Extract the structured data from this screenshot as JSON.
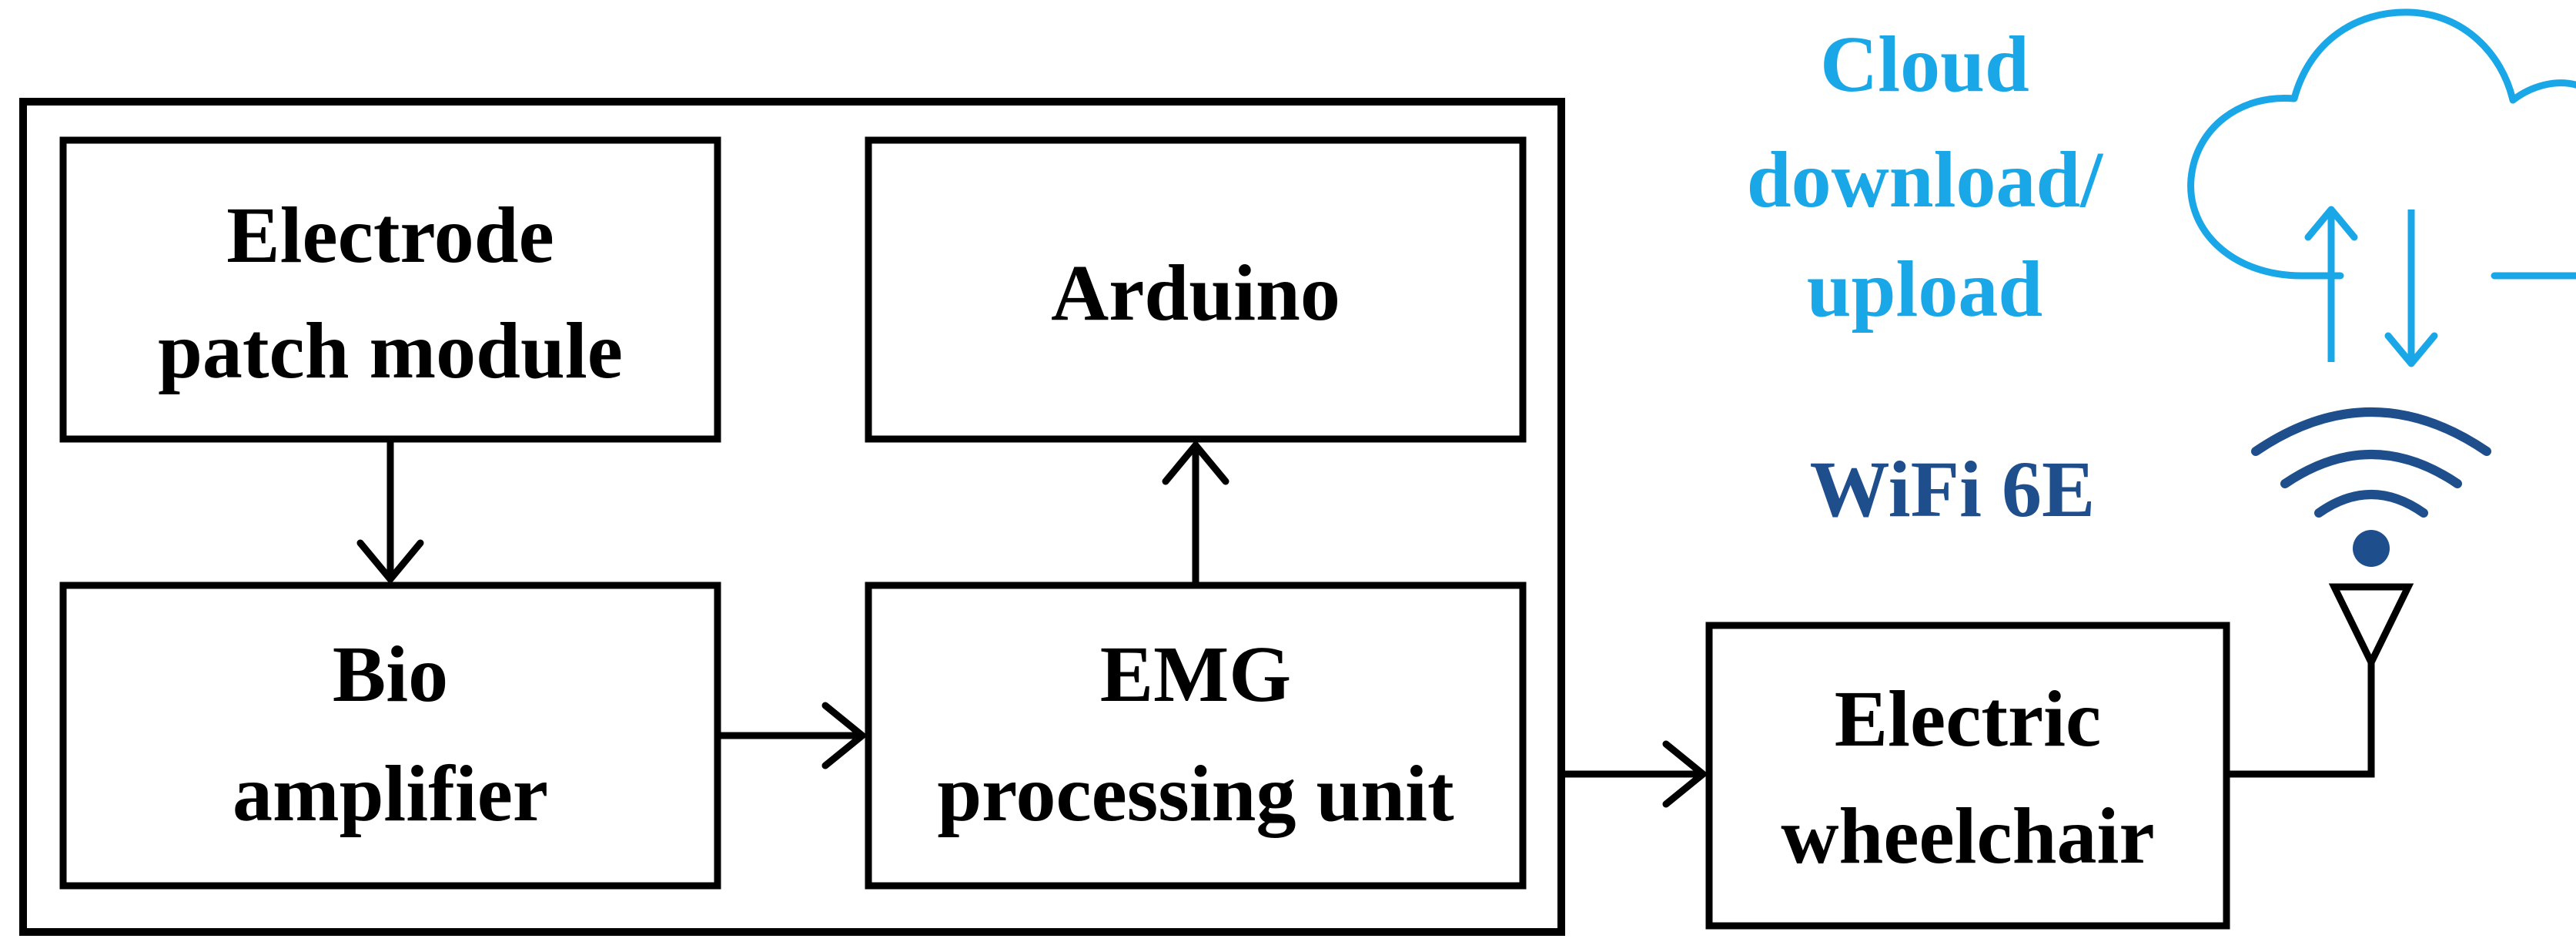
{
  "colors": {
    "cloud": "#1aa7e8",
    "wifi": "#1f4e8c",
    "line": "#000000"
  },
  "blocks": {
    "electrode": {
      "line1": "Electrode",
      "line2": "patch module"
    },
    "arduino": {
      "line1": "Arduino"
    },
    "bio_amplifier": {
      "line1": "Bio",
      "line2": "amplifier"
    },
    "emg_unit": {
      "line1": "EMG",
      "line2": "processing unit"
    },
    "wheelchair": {
      "line1": "Electric",
      "line2": "wheelchair"
    }
  },
  "cloud_label": {
    "line1": "Cloud",
    "line2": "download/",
    "line3": "upload"
  },
  "wifi_label": "WiFi 6E",
  "icons": [
    "cloud-icon",
    "upload-arrow-icon",
    "download-arrow-icon",
    "wifi-signal-icon",
    "antenna-icon"
  ]
}
